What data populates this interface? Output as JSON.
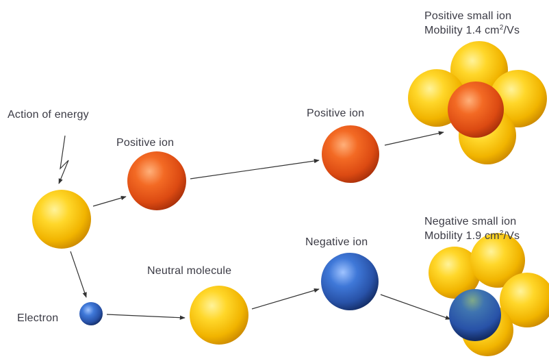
{
  "labels": {
    "action_of_energy": "Action of energy",
    "positive_ion_1": "Positive ion",
    "positive_ion_2": "Positive ion",
    "positive_small_ion_title": "Positive small ion",
    "positive_small_ion_mobility_prefix": "Mobility 1.4 cm",
    "positive_small_ion_mobility_exp": "2",
    "positive_small_ion_mobility_unit": "/Vs",
    "negative_small_ion_title": "Negative small ion",
    "negative_small_ion_mobility_prefix": "Mobility 1.9 cm",
    "negative_small_ion_mobility_exp": "2",
    "negative_small_ion_mobility_unit": "/Vs",
    "negative_ion": "Negative ion",
    "neutral_molecule": "Neutral molecule",
    "electron": "Electron"
  },
  "colors": {
    "neutral": "#f4c412",
    "positive": "#e8531c",
    "negative": "#2f5fc0",
    "arrow": "#333333",
    "text": "#3a3a44"
  }
}
